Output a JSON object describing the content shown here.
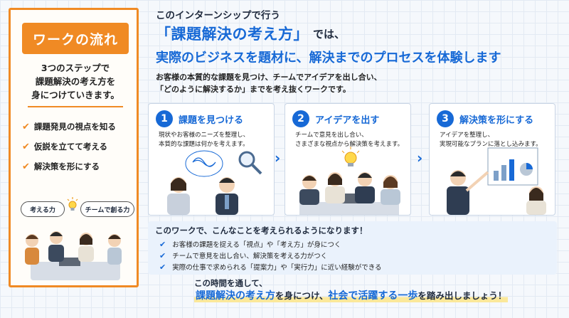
{
  "left": {
    "title": "ワークの流れ",
    "intro_lines": [
      "3つのステップで",
      "課題解決の考え方を",
      "身につけていきます。"
    ],
    "points": [
      "課題発見の視点を知る",
      "仮説を立てて考える",
      "解決策を形にする"
    ],
    "tags": {
      "think": "考える力",
      "create": "チームで創る力"
    }
  },
  "header": {
    "sub": "このインターンシップで行う",
    "accent": "「課題解決の考え方」",
    "accent_suffix": "では、",
    "line2": "実際のビジネスを題材に、解決までのプロセスを体験します",
    "desc_lines": [
      "お客様の本質的な課題を見つけ、チームでアイデアを出し合い、",
      "「どのように解決するか」までを考え抜くワークです。"
    ]
  },
  "steps": [
    {
      "num": "1",
      "title": "課題を見つける",
      "lines": [
        "現状やお客様のニーズを整理し、",
        "本質的な課題は何かを考えます。"
      ]
    },
    {
      "num": "2",
      "title": "アイデアを出す",
      "lines": [
        "チームで意見を出し合い、",
        "さまざまな視点から解決策を考えます。"
      ]
    },
    {
      "num": "3",
      "title": "解決策を形にする",
      "lines": [
        "アイデアを整理し、",
        "実現可能なプランに落とし込みます。"
      ]
    }
  ],
  "arrows": [
    "›",
    "›"
  ],
  "outcomes": {
    "title": "このワークで、こんなことを考えられるようになります！",
    "items": [
      "お客様の課題を捉える「視点」や「考え方」が身につく",
      "チームで意見を出し合い、解決策を考える力がつく",
      "実際の仕事で求められる「提案力」や「実行力」に近い経験ができる"
    ]
  },
  "footer": {
    "line1": "この時間を通して、",
    "part1": "課題解決の考え方",
    "part2": "を身につけ、",
    "part3": "社会で活躍する一歩",
    "part4": "を踏み出しましょう！"
  },
  "icons": {
    "check": "✔",
    "check_icon": "check-icon",
    "bulb_icon": "lightbulb-icon",
    "magnifier_icon": "magnifier-icon",
    "chart_icon": "bar-chart-icon"
  },
  "colors": {
    "accent_orange": "#f08a24",
    "accent_blue": "#1769d6",
    "highlight_yellow": "#fbe89a"
  }
}
